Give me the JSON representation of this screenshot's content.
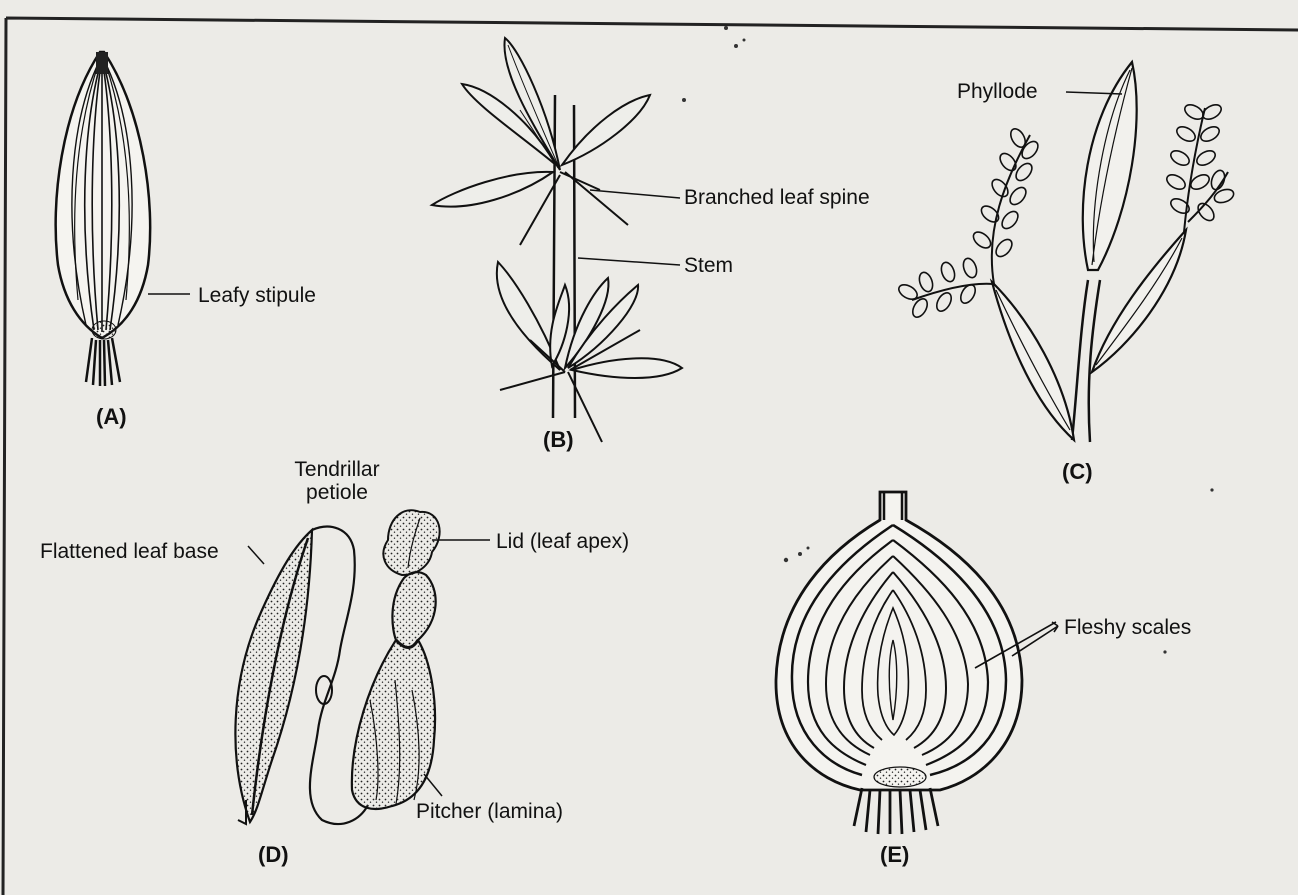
{
  "figures": {
    "a": {
      "tag": "(A)",
      "labels": {
        "leafy_stipule": "Leafy stipule"
      }
    },
    "b": {
      "tag": "(B)",
      "labels": {
        "branched_leaf_spine": "Branched leaf spine",
        "stem": "Stem"
      }
    },
    "c": {
      "tag": "(C)",
      "labels": {
        "phyllode": "Phyllode"
      }
    },
    "d": {
      "tag": "(D)",
      "labels": {
        "tendrillar_petiole_line1": "Tendrillar",
        "tendrillar_petiole_line2": "petiole",
        "flattened_leaf_base": "Flattened leaf base",
        "lid": "Lid (leaf apex)",
        "pitcher": "Pitcher (lamina)"
      }
    },
    "e": {
      "tag": "(E)",
      "labels": {
        "fleshy_scales": "Fleshy scales"
      }
    }
  },
  "colors": {
    "paper": "#ecebe7",
    "ink": "#111111"
  }
}
